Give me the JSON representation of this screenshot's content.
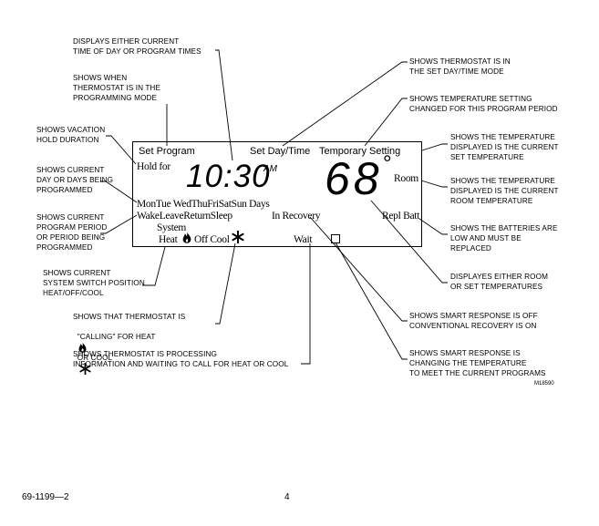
{
  "callouts": {
    "time": "DISPLAYS EITHER CURRENT\nTIME OF DAY OR PROGRAM TIMES",
    "programming": "SHOWS WHEN\nTHERMOSTAT IS IN THE\nPROGRAMMING MODE",
    "vacation": "SHOWS VACATION\nHOLD DURATION",
    "days": "SHOWS CURRENT\nDAY OR DAYS BEING\nPROGRAMMED",
    "period": "SHOWS CURRENT\nPROGRAM PERIOD\nOR PERIOD BEING\nPROGRAMMED",
    "switch": "SHOWS CURRENT\nSYSTEM SWITCH POSITION\nHEAT/OFF/COOL",
    "calling_a": "SHOWS THAT THERMOSTAT IS",
    "calling_b": "\"CALLING\" FOR HEAT",
    "calling_c": "OR COOL",
    "processing": "SHOWS THERMOSTAT IS PROCESSING\nINFORMATION AND WAITING TO CALL FOR HEAT OR COOL",
    "set_day_time": "SHOWS THERMOSTAT IS IN\nTHE SET DAY/TIME MODE",
    "temp_setting": "SHOWS TEMPERATURE SETTING\nCHANGED FOR THIS PROGRAM PERIOD",
    "set_temp": "SHOWS THE TEMPERATURE\nDISPLAYED IS THE CURRENT\nSET TEMPERATURE",
    "room_temp": "SHOWS THE TEMPERATURE\nDISPLAYED IS THE CURRENT\nROOM TEMPERATURE",
    "batteries": "SHOWS THE BATTERIES ARE\nLOW AND MUST BE\nREPLACED",
    "room_or_set": "DISPLAYES EITHER ROOM\nOR SET TEMPERATURES",
    "smart_off": "SHOWS SMART RESPONSE IS OFF\nCONVENTIONAL RECOVERY IS ON",
    "smart_changing": "SHOWS SMART RESPONSE IS\nCHANGING THE TEMPERATURE\nTO MEET THE CURRENT PROGRAMS"
  },
  "display": {
    "set_program": "Set Program",
    "set_day_time": "Set Day/Time",
    "temporary_setting": "Temporary Setting",
    "hold_for": "Hold for",
    "time": "10:30",
    "am": "AM",
    "temperature": "68",
    "degree": "°",
    "room": "Room",
    "days": "MonTue WedThuFriSatSun  Days",
    "periods": "WakeLeaveReturnSleep",
    "in_recovery": "In Recovery",
    "repl_batt": "Repl Batt",
    "system": "System",
    "heat": "Heat",
    "off_cool": "Off Cool",
    "wait": "Wait"
  },
  "figure_id": "M18590",
  "footer": {
    "doc_number": "69-1199—2",
    "page": "4"
  }
}
